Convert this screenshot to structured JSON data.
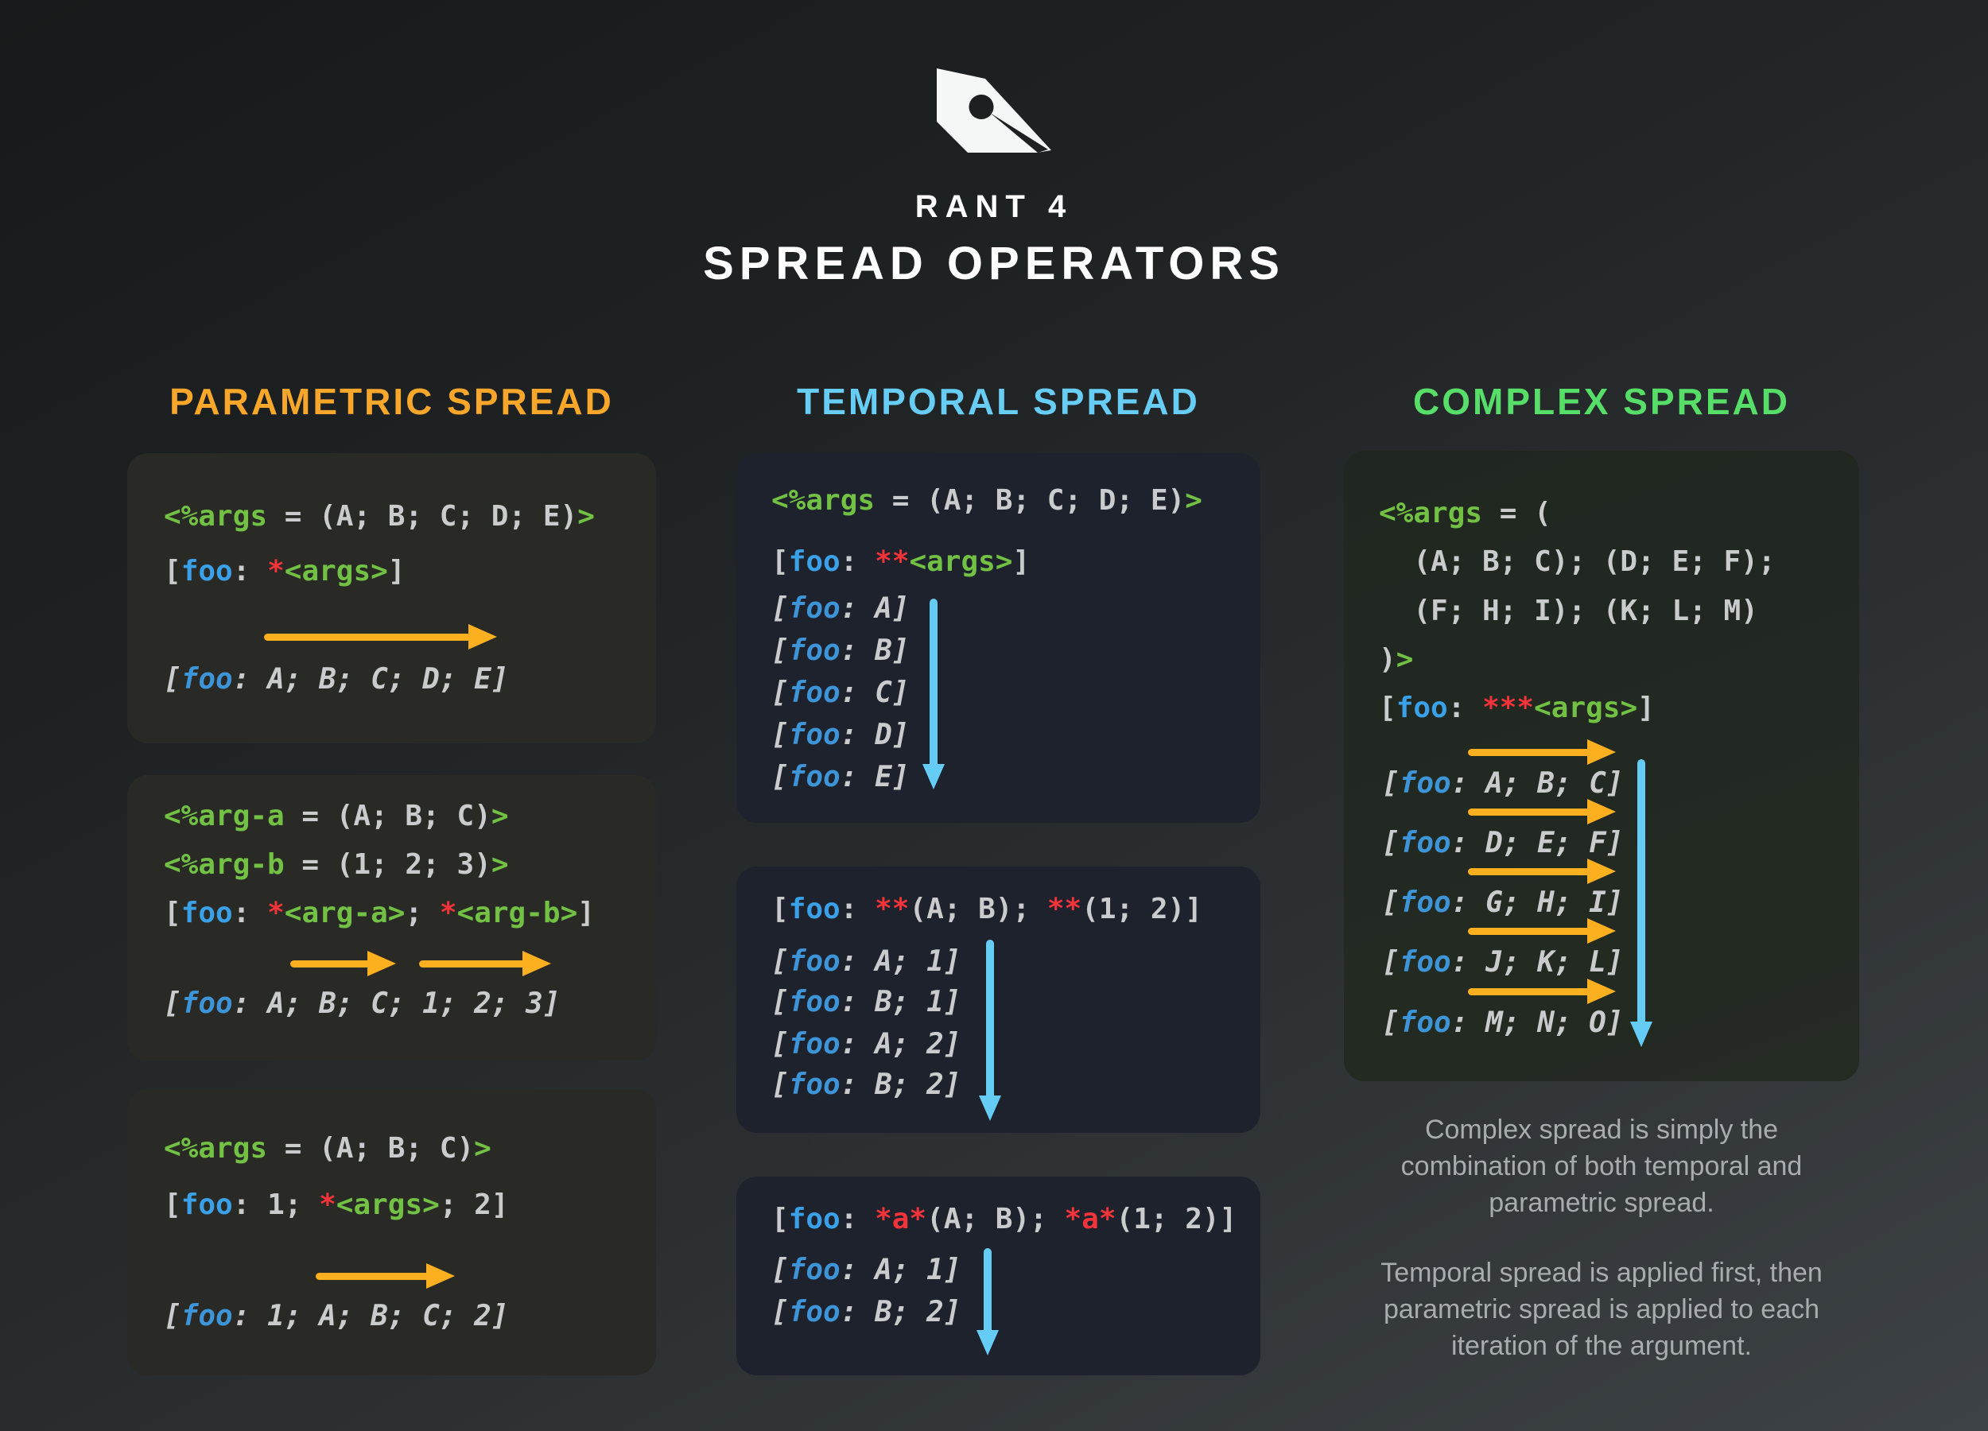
{
  "header": {
    "brand": "RANT 4",
    "title": "SPREAD OPERATORS",
    "logo_icon": "pen-nib-icon"
  },
  "colors": {
    "background_top": "#17191a",
    "background_bottom": "#3d4246",
    "panel_parametric": "#292a26",
    "panel_temporal": "#1d222c",
    "panel_complex": "#222a21",
    "heading_parametric": "#f9a72b",
    "heading_temporal": "#68cdf5",
    "heading_complex": "#57de69",
    "arrow_orange": "#fcb01f",
    "arrow_cyan": "#64ccf5",
    "code_green": "#72c144",
    "code_blue": "#3aa0e8",
    "code_red": "#f2333a",
    "code_gray": "#c9cbcc",
    "title_white": "#ffffff",
    "note_gray": "#a7acae"
  },
  "parametric": {
    "heading": "PARAMETRIC SPREAD",
    "p1": {
      "l1a": "<%args",
      "l1b": " = (A; B; C; D; E)",
      "l1c": ">",
      "l2a": "[",
      "l2b": "foo",
      "l2c": ": ",
      "l2d": "*",
      "l2e": "<args>",
      "l2f": "]",
      "r1a": "[",
      "r1b": "foo",
      "r1c": ": A; B; C; D; E]"
    },
    "p2": {
      "l1a": "<%arg-a",
      "l1b": " = (A; B; C)",
      "l1c": ">",
      "l2a": "<%arg-b",
      "l2b": " = (1; 2; 3)",
      "l2c": ">",
      "l3a": "[",
      "l3b": "foo",
      "l3c": ": ",
      "l3d": "*",
      "l3e": "<arg-a>",
      "l3f": "; ",
      "l3g": "*",
      "l3h": "<arg-b>",
      "l3i": "]",
      "r1a": "[",
      "r1b": "foo",
      "r1c": ": A; B; C; 1; 2; 3]"
    },
    "p3": {
      "l1a": "<%args",
      "l1b": " = (A; B; C)",
      "l1c": ">",
      "l2a": "[",
      "l2b": "foo",
      "l2c": ": 1; ",
      "l2d": "*",
      "l2e": "<args>",
      "l2f": "; 2]",
      "r1a": "[",
      "r1b": "foo",
      "r1c": ": 1; A; B; C; 2]"
    }
  },
  "temporal": {
    "heading": "TEMPORAL SPREAD",
    "p1": {
      "l1a": "<%args",
      "l1b": " = (A; B; C; D; E)",
      "l1c": ">",
      "l2a": "[",
      "l2b": "foo",
      "l2c": ": ",
      "l2d": "**",
      "l2e": "<args>",
      "l2f": "]",
      "r1a": "[",
      "r1b": "foo",
      "r1c": ": A]",
      "r2a": "[",
      "r2b": "foo",
      "r2c": ": B]",
      "r3a": "[",
      "r3b": "foo",
      "r3c": ": C]",
      "r4a": "[",
      "r4b": "foo",
      "r4c": ": D]",
      "r5a": "[",
      "r5b": "foo",
      "r5c": ": E]"
    },
    "p2": {
      "l1a": "[",
      "l1b": "foo",
      "l1c": ": ",
      "l1d": "**",
      "l1e": "(A; B); ",
      "l1f": "**",
      "l1g": "(1; 2)]",
      "r1a": "[",
      "r1b": "foo",
      "r1c": ": A; 1]",
      "r2a": "[",
      "r2b": "foo",
      "r2c": ": B; 1]",
      "r3a": "[",
      "r3b": "foo",
      "r3c": ": A; 2]",
      "r4a": "[",
      "r4b": "foo",
      "r4c": ": B; 2]"
    },
    "p3": {
      "l1a": "[",
      "l1b": "foo",
      "l1c": ": ",
      "l1d": "*a*",
      "l1e": "(A; B); ",
      "l1f": "*a*",
      "l1g": "(1; 2)]",
      "r1a": "[",
      "r1b": "foo",
      "r1c": ": A; 1]",
      "r2a": "[",
      "r2b": "foo",
      "r2c": ": B; 2]"
    }
  },
  "complex": {
    "heading": "COMPLEX SPREAD",
    "p1": {
      "l1a": "<%args",
      "l1b": " = (",
      "l2": "  (A; B; C); (D; E; F);",
      "l3": "  (F; H; I); (K; L; M)",
      "l4a": ")",
      "l4b": ">",
      "l5a": "[",
      "l5b": "foo",
      "l5c": ": ",
      "l5d": "***",
      "l5e": "<args>",
      "l5f": "]",
      "r1a": "[",
      "r1b": "foo",
      "r1c": ": A; B; C]",
      "r2a": "[",
      "r2b": "foo",
      "r2c": ": D; E; F]",
      "r3a": "[",
      "r3b": "foo",
      "r3c": ": G; H; I]",
      "r4a": "[",
      "r4b": "foo",
      "r4c": ": J; K; L]",
      "r5a": "[",
      "r5b": "foo",
      "r5c": ": M; N; O]"
    },
    "note1": "Complex spread is simply the combination of both temporal and parametric spread.",
    "note2": "Temporal spread is applied first, then parametric spread is applied to each iteration of the argument."
  }
}
